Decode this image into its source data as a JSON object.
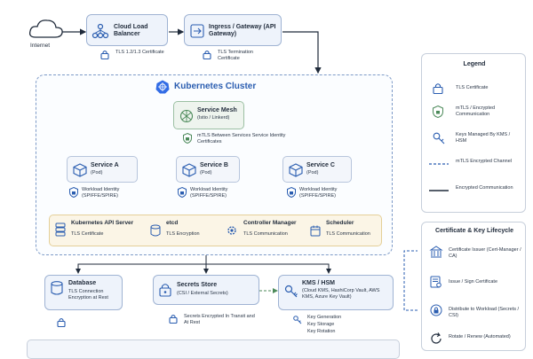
{
  "internet": {
    "label": "Internet"
  },
  "load_balancer": {
    "title": "Cloud Load Balancer",
    "cert_caption": "TLS 1.2/1.3 Certificate"
  },
  "ingress": {
    "title": "Ingress / Gateway (API Gateway)",
    "cert_caption": "TLS Termination Certificate"
  },
  "cluster": {
    "title": "Kubernetes Cluster"
  },
  "service_mesh": {
    "title": "Service Mesh",
    "subtitle": "(Istio / Linkerd)",
    "caption": "mTLS Between Services Service Identity Certificates"
  },
  "services": [
    {
      "title": "Service A",
      "subtitle": "(Pod)",
      "caption": "Workload Identity (SPIFFE/SPIRE)"
    },
    {
      "title": "Service B",
      "subtitle": "(Pod)",
      "caption": "Workload Identity (SPIFFE/SPIRE)"
    },
    {
      "title": "Service C",
      "subtitle": "(Pod)",
      "caption": "Workload Identity (SPIFFE/SPIRE)"
    }
  ],
  "control_plane": [
    {
      "title": "Kubernetes API Server",
      "caption": "TLS Certificate"
    },
    {
      "title": "etcd",
      "caption": "TLS Encryption"
    },
    {
      "title": "Controller Manager",
      "caption": "TLS Communication"
    },
    {
      "title": "Scheduler",
      "caption": "TLS Communication"
    }
  ],
  "database": {
    "title": "Database",
    "caption": "TLS Connection Encryption at Rest"
  },
  "secrets_store": {
    "title": "Secrets Store",
    "subtitle": "(CSI / External Secrets)",
    "caption": "Secrets Encrypted In Transit and At Rest"
  },
  "kms": {
    "title": "KMS / HSM",
    "subtitle": "(Cloud KMS, HashiCorp Vault, AWS KMS, Azure Key Vault)",
    "captions": [
      "Key Generation",
      "Key Storage",
      "Key Rotation"
    ]
  },
  "legend": {
    "title": "Legend",
    "items": [
      {
        "icon": "lock-icon",
        "label": "TLS Certificate"
      },
      {
        "icon": "shield-lock-icon",
        "label": "mTLS / Encrypted Communication"
      },
      {
        "icon": "key-icon",
        "label": "Keys Managed By KMS / HSM"
      },
      {
        "icon": "dashed-line",
        "label": "mTLS Encrypted Channel"
      },
      {
        "icon": "solid-line",
        "label": "Encrypted Communication"
      }
    ]
  },
  "lifecycle": {
    "title": "Certificate & Key Lifecycle",
    "steps": [
      {
        "icon": "bank-icon",
        "label": "Certificate Issuer (Cert-Manager / CA)"
      },
      {
        "icon": "certificate-icon",
        "label": "Issue / Sign Certificate"
      },
      {
        "icon": "distribute-lock-icon",
        "label": "Distribute to Workload (Secrets / CSI)"
      },
      {
        "icon": "rotate-icon",
        "label": "Rotate / Renew (Automated)"
      }
    ]
  },
  "colors": {
    "accent": "#2a5db0",
    "box_fill": "#eef3fb",
    "mesh_green": "#4c8a5a",
    "control_fill": "#fbf5e6"
  }
}
